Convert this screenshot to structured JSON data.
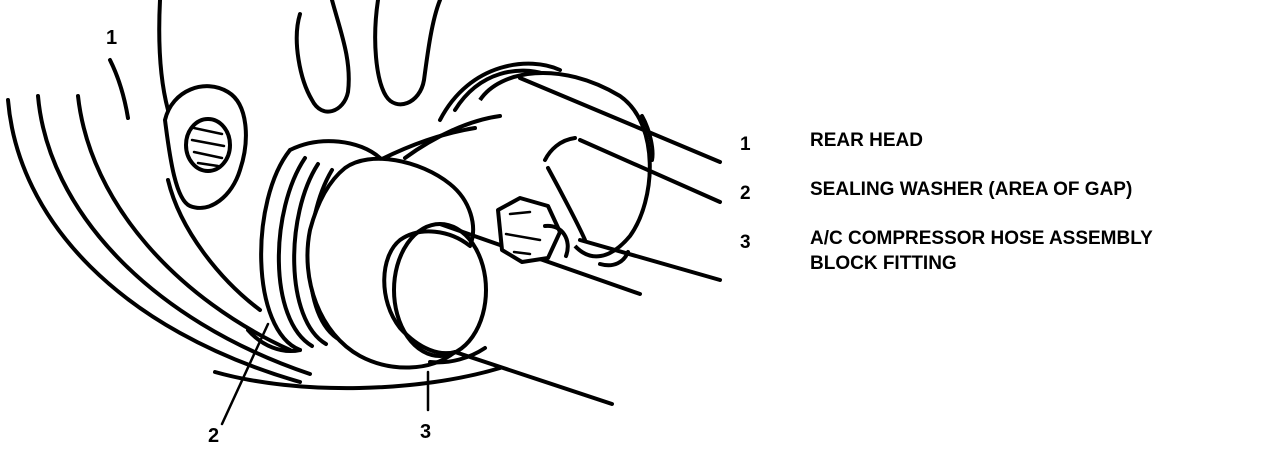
{
  "callouts": [
    {
      "number": "1"
    },
    {
      "number": "2"
    },
    {
      "number": "3"
    }
  ],
  "legend": [
    {
      "number": "1",
      "text": "REAR HEAD"
    },
    {
      "number": "2",
      "text": "SEALING WASHER (AREA OF GAP)"
    },
    {
      "number": "3",
      "text": "A/C COMPRESSOR HOSE ASSEMBLY\nBLOCK FITTING"
    }
  ]
}
